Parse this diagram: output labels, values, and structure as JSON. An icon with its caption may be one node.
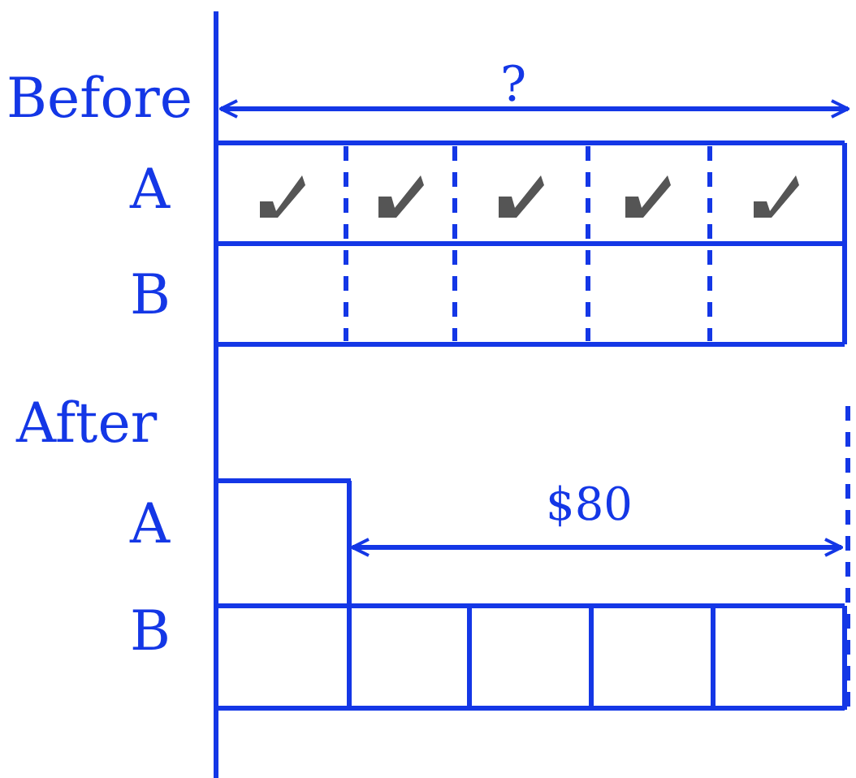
{
  "diagram": {
    "labels": [
      "?",
      "Before",
      "A",
      "B",
      "After",
      "$80",
      "A",
      "B"
    ]
  }
}
